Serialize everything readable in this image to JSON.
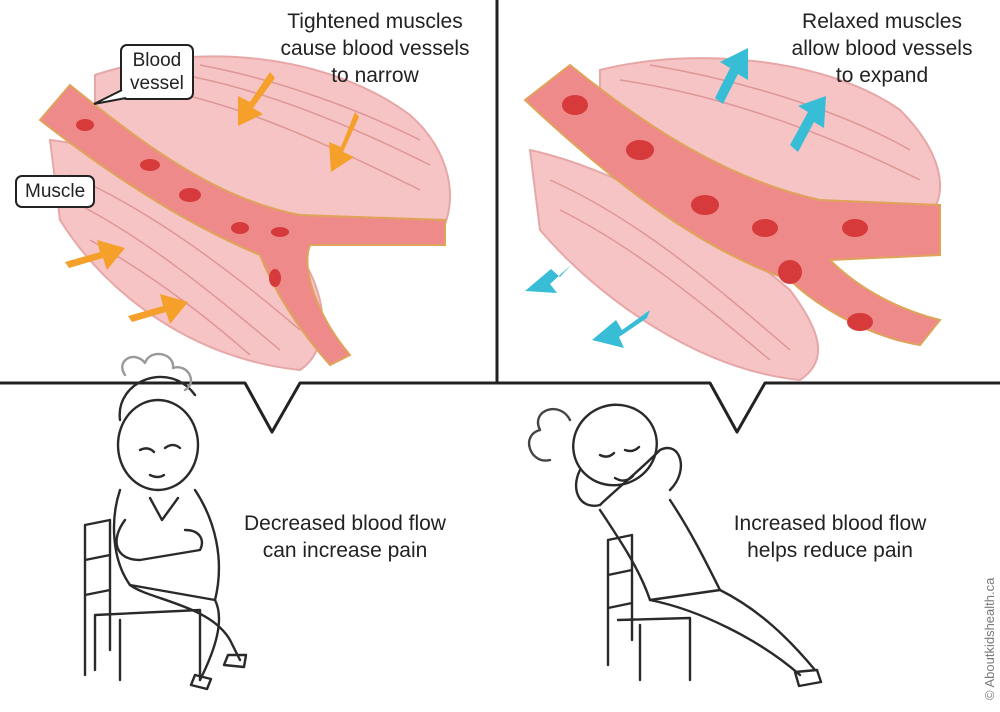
{
  "left_panel": {
    "caption_lines": [
      "Tightened muscles",
      "cause blood vessels",
      "to narrow"
    ],
    "label_blood_vessel_lines": [
      "Blood",
      "vessel"
    ],
    "label_muscle": "Muscle",
    "arrow_color": "#f5a02a"
  },
  "right_panel": {
    "caption_lines": [
      "Relaxed muscles",
      "allow blood vessels",
      "to expand"
    ],
    "arrow_color": "#38bdd6"
  },
  "bottom_left": {
    "caption_lines": [
      "Decreased blood flow",
      "can increase pain"
    ]
  },
  "bottom_right": {
    "caption_lines": [
      "Increased blood flow",
      "helps reduce pain"
    ]
  },
  "credit": "© Aboutkidshealth.ca",
  "colors": {
    "muscle": "#f6c4c4",
    "muscle_line": "#d98b8b",
    "vessel": "#ef8a8a",
    "vessel_edge": "#e0a35a",
    "cell": "#d63a3a"
  }
}
